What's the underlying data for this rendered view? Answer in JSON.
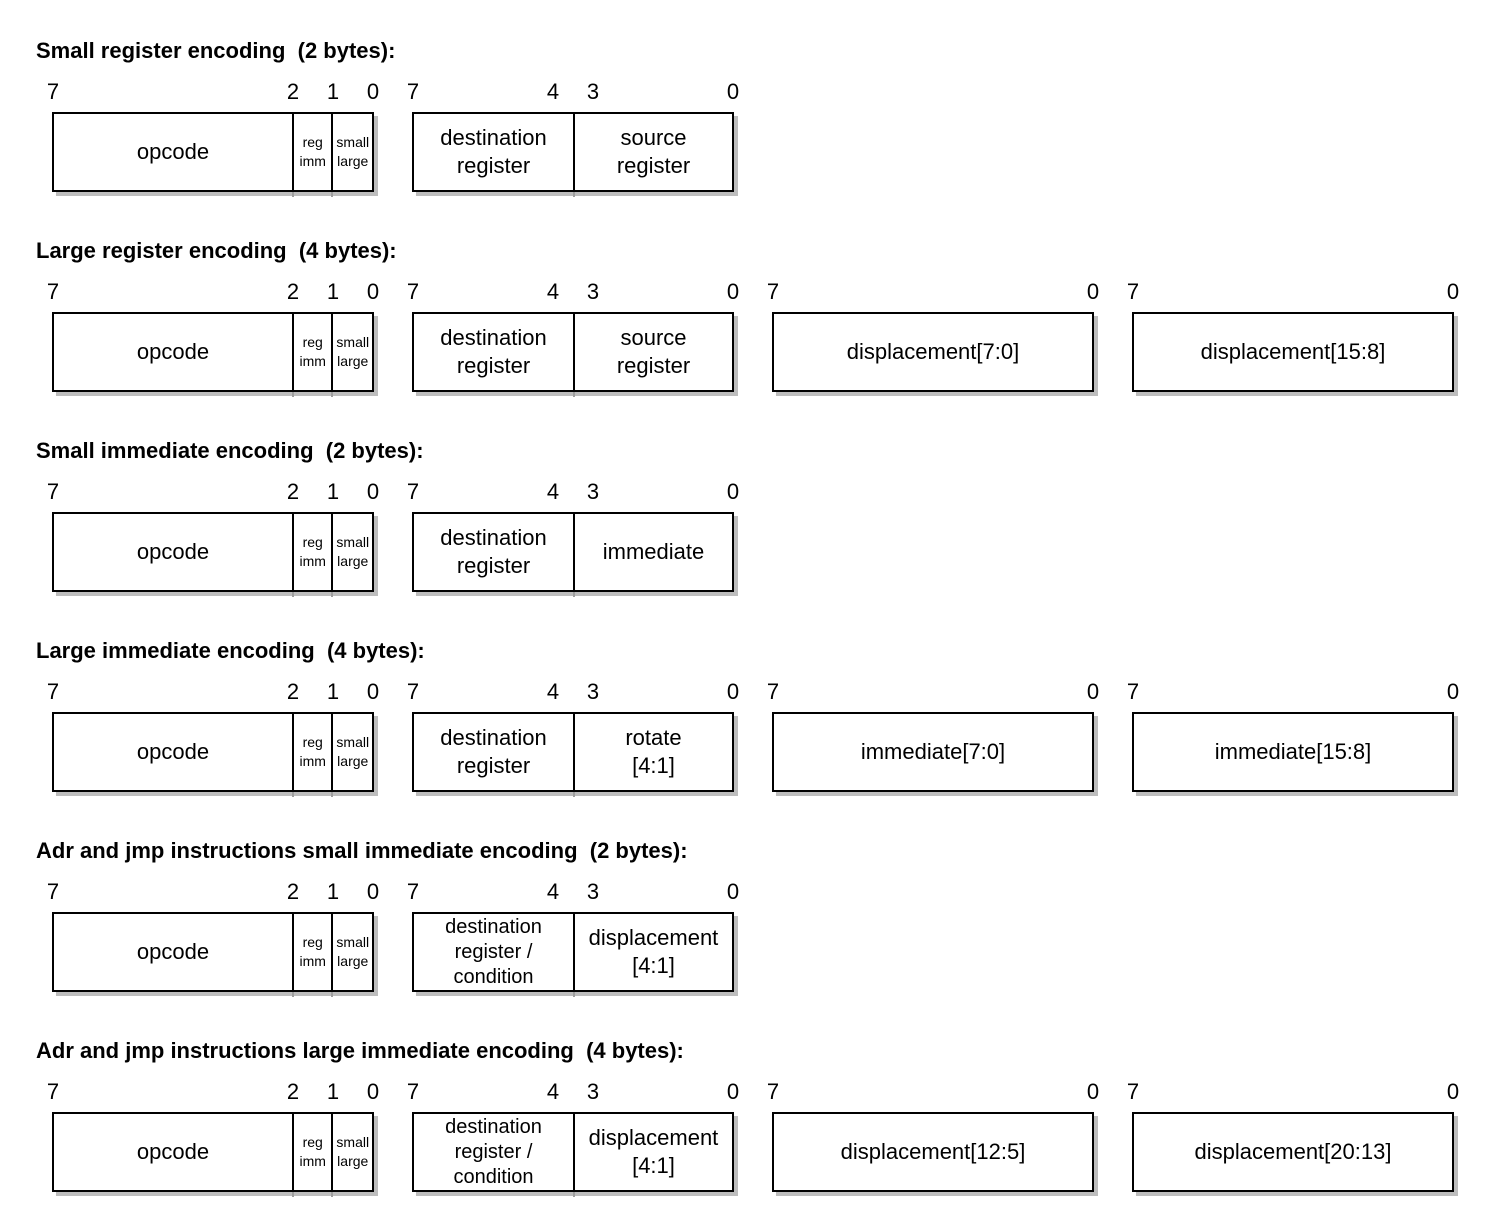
{
  "sections": [
    {
      "title": "Small register encoding  (2 bytes):",
      "bytes": [
        {
          "bits": [
            "7",
            "2",
            "1",
            "0"
          ],
          "fields": [
            "opcode",
            "reg\nimm",
            "small\nlarge"
          ]
        },
        {
          "bits": [
            "7",
            "4",
            "3",
            "0"
          ],
          "fields": [
            "destination\nregister",
            "source\nregister"
          ]
        }
      ]
    },
    {
      "title": "Large register encoding  (4 bytes):",
      "bytes": [
        {
          "bits": [
            "7",
            "2",
            "1",
            "0"
          ],
          "fields": [
            "opcode",
            "reg\nimm",
            "small\nlarge"
          ]
        },
        {
          "bits": [
            "7",
            "4",
            "3",
            "0"
          ],
          "fields": [
            "destination\nregister",
            "source\nregister"
          ]
        },
        {
          "bits": [
            "7",
            "0"
          ],
          "fields": [
            "displacement[7:0]"
          ]
        },
        {
          "bits": [
            "7",
            "0"
          ],
          "fields": [
            "displacement[15:8]"
          ]
        }
      ]
    },
    {
      "title": "Small immediate encoding  (2 bytes):",
      "bytes": [
        {
          "bits": [
            "7",
            "2",
            "1",
            "0"
          ],
          "fields": [
            "opcode",
            "reg\nimm",
            "small\nlarge"
          ]
        },
        {
          "bits": [
            "7",
            "4",
            "3",
            "0"
          ],
          "fields": [
            "destination\nregister",
            "immediate"
          ]
        }
      ]
    },
    {
      "title": "Large immediate encoding  (4 bytes):",
      "bytes": [
        {
          "bits": [
            "7",
            "2",
            "1",
            "0"
          ],
          "fields": [
            "opcode",
            "reg\nimm",
            "small\nlarge"
          ]
        },
        {
          "bits": [
            "7",
            "4",
            "3",
            "0"
          ],
          "fields": [
            "destination\nregister",
            "rotate\n[4:1]"
          ]
        },
        {
          "bits": [
            "7",
            "0"
          ],
          "fields": [
            "immediate[7:0]"
          ]
        },
        {
          "bits": [
            "7",
            "0"
          ],
          "fields": [
            "immediate[15:8]"
          ]
        }
      ]
    },
    {
      "title": "Adr and jmp instructions small immediate encoding  (2 bytes):",
      "bytes": [
        {
          "bits": [
            "7",
            "2",
            "1",
            "0"
          ],
          "fields": [
            "opcode",
            "reg\nimm",
            "small\nlarge"
          ]
        },
        {
          "bits": [
            "7",
            "4",
            "3",
            "0"
          ],
          "fields": [
            "destination\nregister /\ncondition",
            "displacement\n[4:1]"
          ]
        }
      ]
    },
    {
      "title": "Adr and jmp instructions large immediate encoding  (4 bytes):",
      "bytes": [
        {
          "bits": [
            "7",
            "2",
            "1",
            "0"
          ],
          "fields": [
            "opcode",
            "reg\nimm",
            "small\nlarge"
          ]
        },
        {
          "bits": [
            "7",
            "4",
            "3",
            "0"
          ],
          "fields": [
            "destination\nregister /\ncondition",
            "displacement\n[4:1]"
          ]
        },
        {
          "bits": [
            "7",
            "0"
          ],
          "fields": [
            "displacement[12:5]"
          ]
        },
        {
          "bits": [
            "7",
            "0"
          ],
          "fields": [
            "displacement[20:13]"
          ]
        }
      ]
    }
  ]
}
